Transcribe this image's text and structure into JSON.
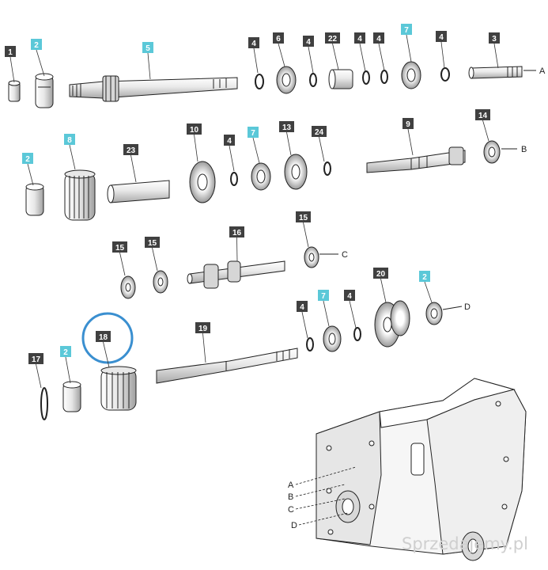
{
  "colors": {
    "tag_dark": "#404040",
    "tag_cyan": "#5bc8d8",
    "tag_text_dark": "#ffffff",
    "tag_text_cyan": "#ffffff",
    "highlight_circle": "#3a8fd0",
    "line": "#222222",
    "part_fill": "#f2f2f2",
    "part_shade": "#bdbdbd"
  },
  "labels": {
    "row_a": [
      {
        "id": "p1-r1",
        "text": "1",
        "style": "dark"
      },
      {
        "id": "p2-r1",
        "text": "2",
        "style": "cyan"
      },
      {
        "id": "p5-r1",
        "text": "5",
        "style": "cyan"
      },
      {
        "id": "p4-r1a",
        "text": "4",
        "style": "dark"
      },
      {
        "id": "p6-r1",
        "text": "6",
        "style": "dark"
      },
      {
        "id": "p4-r1b",
        "text": "4",
        "style": "dark"
      },
      {
        "id": "p22-r1",
        "text": "22",
        "style": "dark"
      },
      {
        "id": "p4-r1c",
        "text": "4",
        "style": "dark"
      },
      {
        "id": "p4-r1d",
        "text": "4",
        "style": "dark"
      },
      {
        "id": "p7-r1",
        "text": "7",
        "style": "cyan"
      },
      {
        "id": "p4-r1e",
        "text": "4",
        "style": "dark"
      },
      {
        "id": "p3-r1",
        "text": "3",
        "style": "dark"
      }
    ],
    "row_b": [
      {
        "id": "p2-r2",
        "text": "2",
        "style": "cyan"
      },
      {
        "id": "p8-r2",
        "text": "8",
        "style": "cyan"
      },
      {
        "id": "p23-r2",
        "text": "23",
        "style": "dark"
      },
      {
        "id": "p10-r2",
        "text": "10",
        "style": "dark"
      },
      {
        "id": "p4-r2",
        "text": "4",
        "style": "dark"
      },
      {
        "id": "p7-r2",
        "text": "7",
        "style": "cyan"
      },
      {
        "id": "p13-r2",
        "text": "13",
        "style": "dark"
      },
      {
        "id": "p24-r2",
        "text": "24",
        "style": "dark"
      },
      {
        "id": "p9-r2",
        "text": "9",
        "style": "dark"
      },
      {
        "id": "p14-r2",
        "text": "14",
        "style": "dark"
      }
    ],
    "row_c": [
      {
        "id": "p15-r3a",
        "text": "15",
        "style": "dark"
      },
      {
        "id": "p15-r3b",
        "text": "15",
        "style": "dark"
      },
      {
        "id": "p16-r3",
        "text": "16",
        "style": "dark"
      },
      {
        "id": "p15-r3c",
        "text": "15",
        "style": "dark"
      }
    ],
    "row_d": [
      {
        "id": "p4-r4a",
        "text": "4",
        "style": "dark"
      },
      {
        "id": "p7-r4",
        "text": "7",
        "style": "cyan"
      },
      {
        "id": "p4-r4b",
        "text": "4",
        "style": "dark"
      },
      {
        "id": "p20-r4",
        "text": "20",
        "style": "dark"
      },
      {
        "id": "p2-r4",
        "text": "2",
        "style": "cyan"
      },
      {
        "id": "p18-r4",
        "text": "18",
        "style": "dark"
      },
      {
        "id": "p19-r4",
        "text": "19",
        "style": "dark"
      },
      {
        "id": "p17-r4",
        "text": "17",
        "style": "dark"
      },
      {
        "id": "p2-r4b",
        "text": "2",
        "style": "cyan"
      }
    ]
  },
  "axis_letters": {
    "row_a_end": "A",
    "row_b_end": "B",
    "row_c_end": "C",
    "row_d_end": "D",
    "housing_a": "A",
    "housing_b": "B",
    "housing_c": "C",
    "housing_d": "D"
  },
  "highlight": {
    "target_part": "18"
  },
  "watermark": "Sprzedajemy.pl"
}
